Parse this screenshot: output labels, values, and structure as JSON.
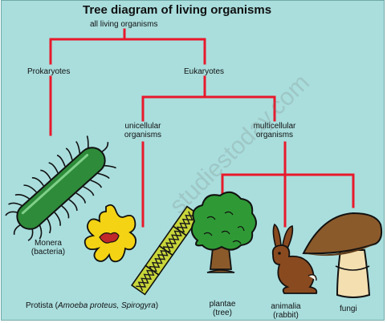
{
  "title": "Tree diagram of living organisms",
  "nodes": {
    "root": "all living organisms",
    "prokaryotes": "Prokaryotes",
    "eukaryotes": "Eukaryotes",
    "unicellular": [
      "unicellular",
      "organisms"
    ],
    "multicellular": [
      "multicellular",
      "organisms"
    ]
  },
  "leaves": {
    "monera": [
      "Monera",
      "(bacteria)"
    ],
    "protista_prefix": "Protista (",
    "protista_species": "Amoeba proteus, Spirogyra",
    "protista_suffix": ")",
    "plantae": [
      "plantae",
      "(tree)"
    ],
    "animalia": [
      "animalia",
      "(rabbit)"
    ],
    "fungi": "fungi"
  },
  "watermark": "studiestoday.com",
  "colors": {
    "background": "#a9dedd",
    "tree_line": "#e8192c",
    "bacteria": "#2e8b3a",
    "amoeba": "#f3d313",
    "spirogyra": "#c9d63a",
    "tree_foliage": "#2f9a35",
    "rabbit": "#8a4a1f",
    "mushroom_cap": "#8b5a2b"
  }
}
